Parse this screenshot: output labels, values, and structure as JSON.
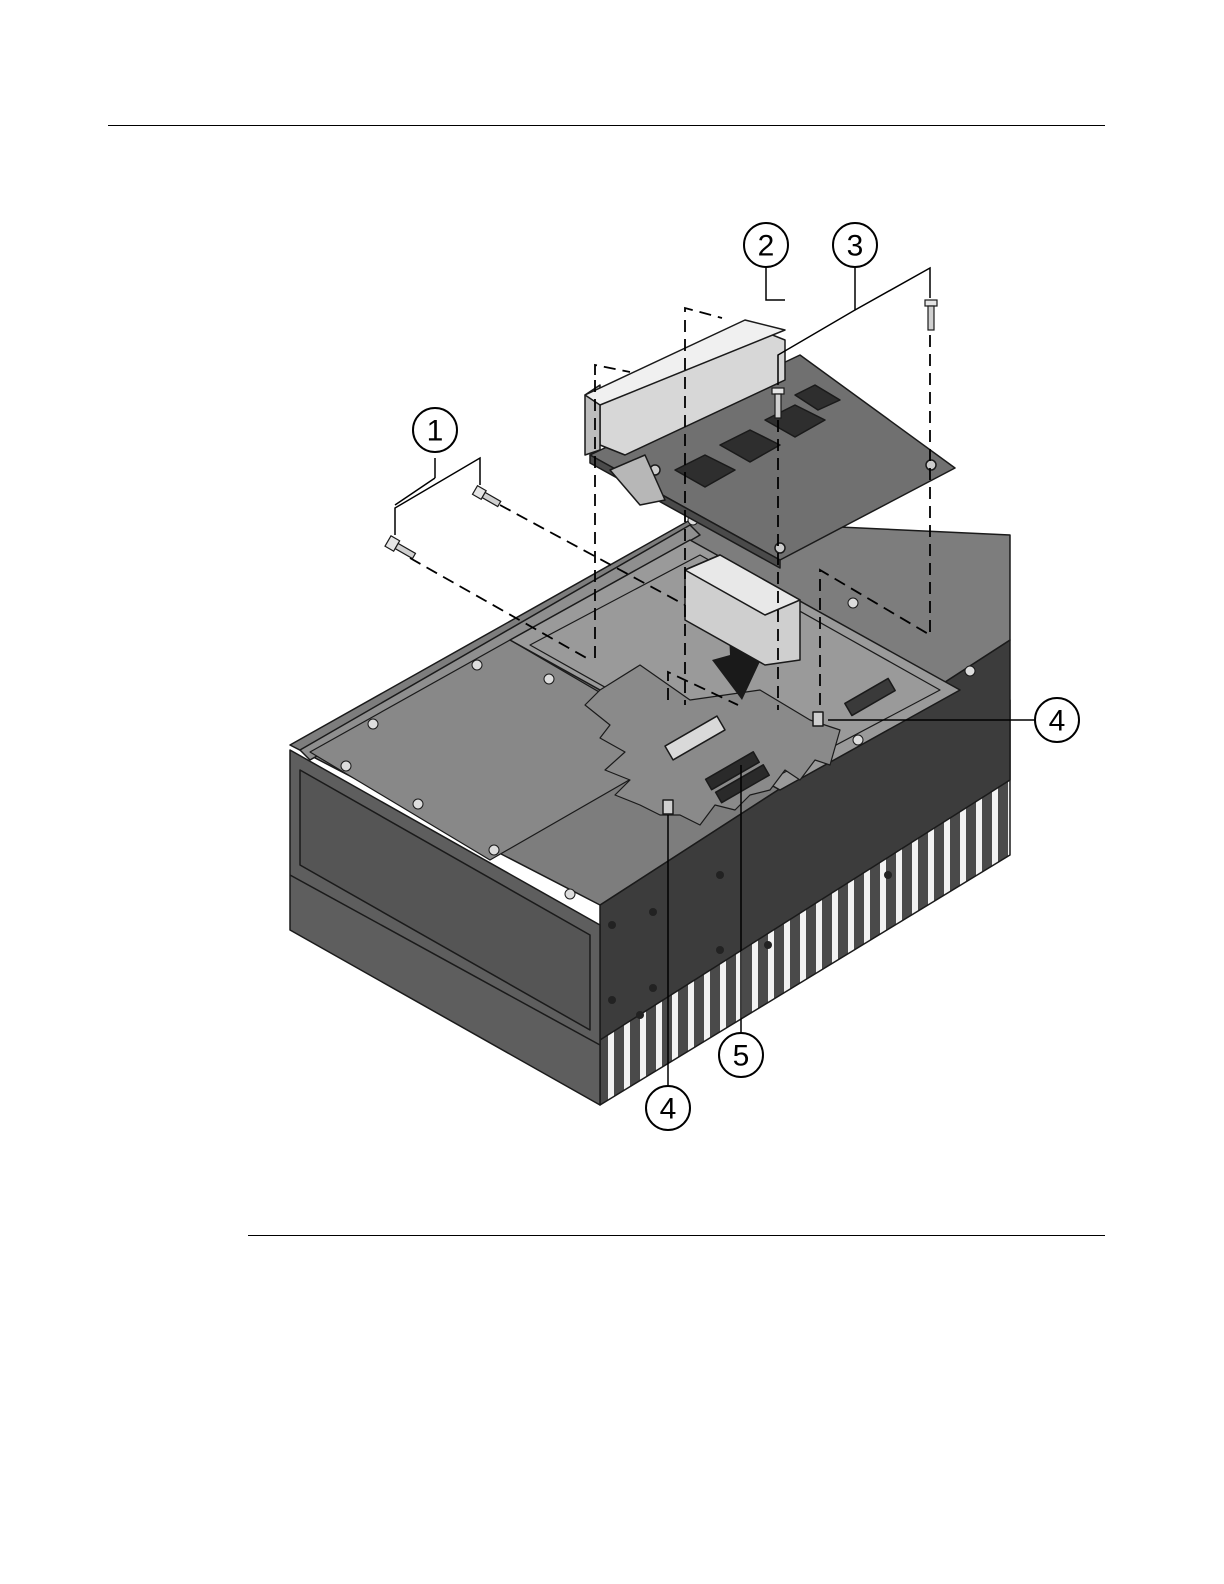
{
  "figure": {
    "callouts": [
      {
        "id": "c1",
        "label": "1"
      },
      {
        "id": "c2",
        "label": "2"
      },
      {
        "id": "c3",
        "label": "3"
      },
      {
        "id": "c4a",
        "label": "4"
      },
      {
        "id": "c4b",
        "label": "4"
      },
      {
        "id": "c5",
        "label": "5"
      }
    ]
  }
}
